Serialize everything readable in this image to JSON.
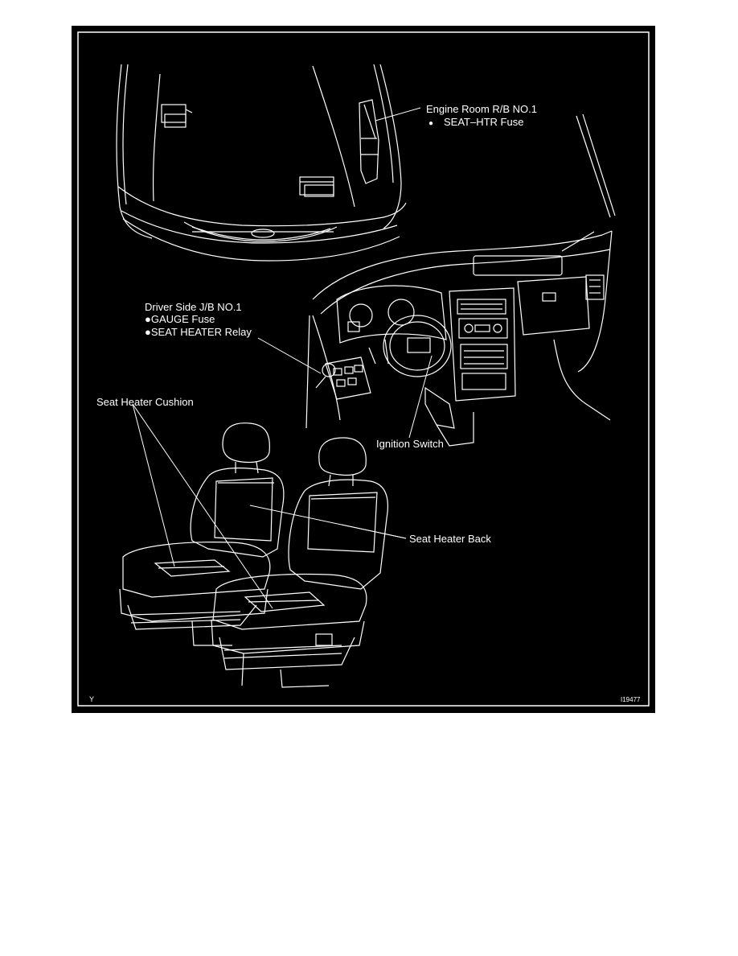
{
  "colors": {
    "background": "#000000",
    "ink": "#ffffff",
    "page": "#ffffff"
  },
  "labels": {
    "engine_room_title": "Engine Room R/B NO.1",
    "engine_room_bullet": "●",
    "engine_room_item": "SEAT–HTR Fuse",
    "driver_side_title": "Driver Side J/B NO.1",
    "driver_side_item_1": "●GAUGE Fuse",
    "driver_side_item_2": "●SEAT HEATER Relay",
    "seat_heater_cushion": "Seat Heater Cushion",
    "ignition_switch": "Ignition Switch",
    "seat_heater_back": "Seat Heater Back",
    "corner_code_left": "Y",
    "corner_code_right": "I19477"
  }
}
